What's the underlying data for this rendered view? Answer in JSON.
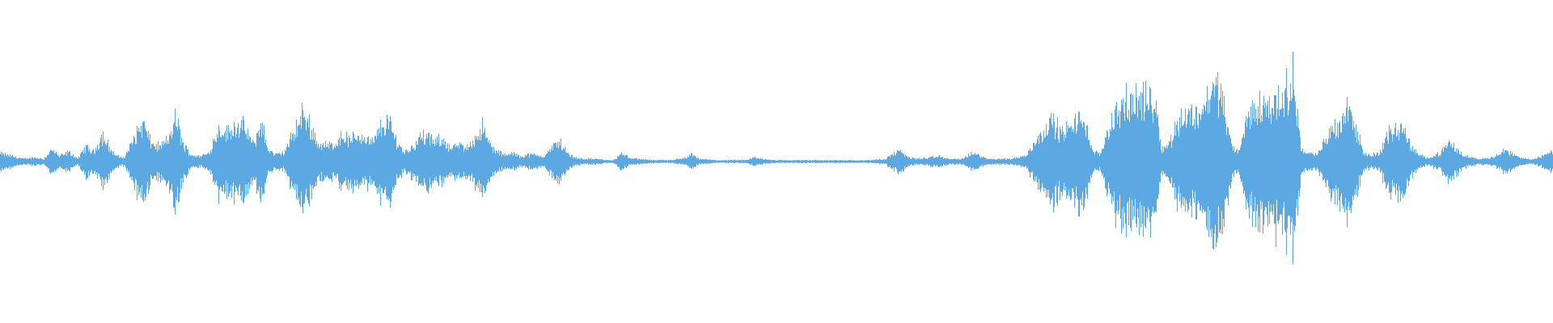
{
  "waveform": {
    "color": "#5ba8e3",
    "background": "#ffffff",
    "envelope_points": [
      [
        0.0,
        0.06
      ],
      [
        0.008,
        0.04
      ],
      [
        0.015,
        0.02
      ],
      [
        0.022,
        0.03
      ],
      [
        0.028,
        0.02
      ],
      [
        0.033,
        0.09
      ],
      [
        0.038,
        0.04
      ],
      [
        0.044,
        0.07
      ],
      [
        0.05,
        0.02
      ],
      [
        0.055,
        0.11
      ],
      [
        0.06,
        0.07
      ],
      [
        0.066,
        0.2
      ],
      [
        0.071,
        0.09
      ],
      [
        0.075,
        0.04
      ],
      [
        0.08,
        0.03
      ],
      [
        0.087,
        0.2
      ],
      [
        0.092,
        0.29
      ],
      [
        0.097,
        0.14
      ],
      [
        0.102,
        0.11
      ],
      [
        0.108,
        0.16
      ],
      [
        0.113,
        0.33
      ],
      [
        0.118,
        0.12
      ],
      [
        0.123,
        0.05
      ],
      [
        0.128,
        0.04
      ],
      [
        0.134,
        0.06
      ],
      [
        0.141,
        0.26
      ],
      [
        0.146,
        0.21
      ],
      [
        0.152,
        0.28
      ],
      [
        0.158,
        0.24
      ],
      [
        0.163,
        0.12
      ],
      [
        0.168,
        0.3
      ],
      [
        0.172,
        0.1
      ],
      [
        0.177,
        0.05
      ],
      [
        0.183,
        0.07
      ],
      [
        0.19,
        0.24
      ],
      [
        0.195,
        0.36
      ],
      [
        0.2,
        0.26
      ],
      [
        0.205,
        0.13
      ],
      [
        0.21,
        0.12
      ],
      [
        0.215,
        0.13
      ],
      [
        0.22,
        0.2
      ],
      [
        0.225,
        0.16
      ],
      [
        0.23,
        0.2
      ],
      [
        0.235,
        0.18
      ],
      [
        0.24,
        0.14
      ],
      [
        0.245,
        0.26
      ],
      [
        0.25,
        0.3
      ],
      [
        0.255,
        0.16
      ],
      [
        0.26,
        0.07
      ],
      [
        0.265,
        0.11
      ],
      [
        0.27,
        0.18
      ],
      [
        0.275,
        0.19
      ],
      [
        0.28,
        0.14
      ],
      [
        0.285,
        0.17
      ],
      [
        0.29,
        0.1
      ],
      [
        0.295,
        0.12
      ],
      [
        0.3,
        0.1
      ],
      [
        0.305,
        0.17
      ],
      [
        0.31,
        0.26
      ],
      [
        0.315,
        0.13
      ],
      [
        0.32,
        0.07
      ],
      [
        0.325,
        0.05
      ],
      [
        0.33,
        0.06
      ],
      [
        0.335,
        0.04
      ],
      [
        0.34,
        0.05
      ],
      [
        0.345,
        0.05
      ],
      [
        0.35,
        0.04
      ],
      [
        0.355,
        0.1
      ],
      [
        0.36,
        0.16
      ],
      [
        0.365,
        0.06
      ],
      [
        0.37,
        0.03
      ],
      [
        0.375,
        0.02
      ],
      [
        0.38,
        0.02
      ],
      [
        0.385,
        0.02
      ],
      [
        0.39,
        0.01
      ],
      [
        0.395,
        0.01
      ],
      [
        0.4,
        0.06
      ],
      [
        0.405,
        0.03
      ],
      [
        0.41,
        0.02
      ],
      [
        0.42,
        0.01
      ],
      [
        0.43,
        0.01
      ],
      [
        0.44,
        0.02
      ],
      [
        0.445,
        0.05
      ],
      [
        0.45,
        0.02
      ],
      [
        0.46,
        0.01
      ],
      [
        0.47,
        0.01
      ],
      [
        0.48,
        0.01
      ],
      [
        0.485,
        0.03
      ],
      [
        0.49,
        0.02
      ],
      [
        0.5,
        0.01
      ],
      [
        0.52,
        0.01
      ],
      [
        0.54,
        0.01
      ],
      [
        0.56,
        0.01
      ],
      [
        0.57,
        0.02
      ],
      [
        0.575,
        0.06
      ],
      [
        0.58,
        0.08
      ],
      [
        0.585,
        0.03
      ],
      [
        0.59,
        0.02
      ],
      [
        0.6,
        0.03
      ],
      [
        0.605,
        0.04
      ],
      [
        0.61,
        0.02
      ],
      [
        0.62,
        0.02
      ],
      [
        0.625,
        0.06
      ],
      [
        0.63,
        0.05
      ],
      [
        0.635,
        0.02
      ],
      [
        0.64,
        0.02
      ],
      [
        0.65,
        0.02
      ],
      [
        0.66,
        0.04
      ],
      [
        0.668,
        0.18
      ],
      [
        0.673,
        0.26
      ],
      [
        0.678,
        0.3
      ],
      [
        0.683,
        0.22
      ],
      [
        0.688,
        0.24
      ],
      [
        0.693,
        0.3
      ],
      [
        0.698,
        0.34
      ],
      [
        0.703,
        0.08
      ],
      [
        0.708,
        0.05
      ],
      [
        0.713,
        0.24
      ],
      [
        0.718,
        0.36
      ],
      [
        0.723,
        0.44
      ],
      [
        0.728,
        0.42
      ],
      [
        0.733,
        0.5
      ],
      [
        0.738,
        0.44
      ],
      [
        0.743,
        0.5
      ],
      [
        0.748,
        0.09
      ],
      [
        0.753,
        0.14
      ],
      [
        0.758,
        0.3
      ],
      [
        0.763,
        0.36
      ],
      [
        0.768,
        0.34
      ],
      [
        0.773,
        0.4
      ],
      [
        0.778,
        0.48
      ],
      [
        0.783,
        0.6
      ],
      [
        0.788,
        0.42
      ],
      [
        0.793,
        0.1
      ],
      [
        0.798,
        0.08
      ],
      [
        0.803,
        0.34
      ],
      [
        0.808,
        0.4
      ],
      [
        0.813,
        0.44
      ],
      [
        0.818,
        0.42
      ],
      [
        0.823,
        0.48
      ],
      [
        0.828,
        0.52
      ],
      [
        0.833,
        0.62
      ],
      [
        0.838,
        0.08
      ],
      [
        0.843,
        0.06
      ],
      [
        0.848,
        0.05
      ],
      [
        0.853,
        0.16
      ],
      [
        0.858,
        0.26
      ],
      [
        0.863,
        0.3
      ],
      [
        0.868,
        0.44
      ],
      [
        0.873,
        0.24
      ],
      [
        0.878,
        0.06
      ],
      [
        0.883,
        0.05
      ],
      [
        0.888,
        0.06
      ],
      [
        0.893,
        0.2
      ],
      [
        0.898,
        0.24
      ],
      [
        0.903,
        0.26
      ],
      [
        0.908,
        0.12
      ],
      [
        0.913,
        0.05
      ],
      [
        0.918,
        0.03
      ],
      [
        0.923,
        0.04
      ],
      [
        0.928,
        0.07
      ],
      [
        0.933,
        0.14
      ],
      [
        0.938,
        0.09
      ],
      [
        0.943,
        0.04
      ],
      [
        0.948,
        0.03
      ],
      [
        0.953,
        0.02
      ],
      [
        0.958,
        0.03
      ],
      [
        0.963,
        0.04
      ],
      [
        0.968,
        0.09
      ],
      [
        0.973,
        0.06
      ],
      [
        0.978,
        0.03
      ],
      [
        0.983,
        0.02
      ],
      [
        0.988,
        0.02
      ],
      [
        0.993,
        0.04
      ],
      [
        1.0,
        0.09
      ]
    ]
  }
}
